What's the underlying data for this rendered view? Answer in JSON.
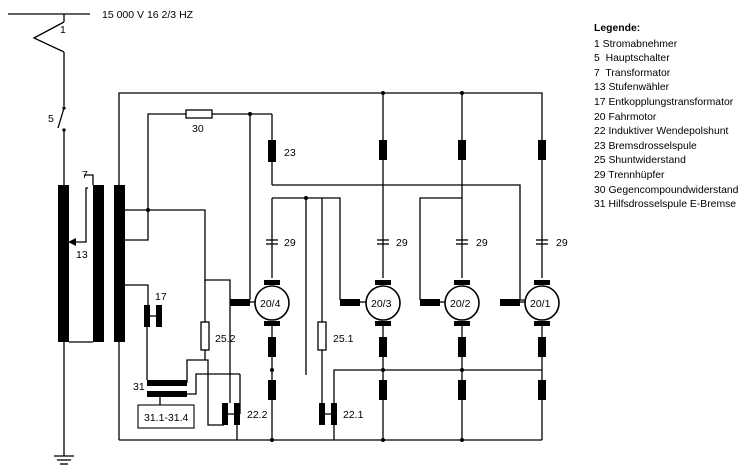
{
  "supply": "15 000 V 16 2/3 HZ",
  "legend": {
    "title": "Legende:",
    "items": [
      {
        "num": "1",
        "text": " Stromabnehmer"
      },
      {
        "num": "5",
        "text": "Hauptschalter"
      },
      {
        "num": "7",
        "text": "Transformator"
      },
      {
        "num": "13",
        "text": "Stufenwähler"
      },
      {
        "num": "17",
        "text": "Entkopplungstransformator"
      },
      {
        "num": "20",
        "text": "Fahrmotor"
      },
      {
        "num": "22",
        "text": "Induktiver Wendepolshunt"
      },
      {
        "num": "23",
        "text": "Bremsdrosselspule"
      },
      {
        "num": "25",
        "text": "Shuntwiderstand"
      },
      {
        "num": "29",
        "text": "Trennhüpfer"
      },
      {
        "num": "30",
        "text": "Gegencompoundwiderstand"
      },
      {
        "num": "31",
        "text": "Hilfsdrosselspule E-Bremse"
      }
    ]
  },
  "labels": {
    "pantograph": "1",
    "main_switch": "5",
    "transformer": "7",
    "tap_changer": "13",
    "decoupling_transformer": "17",
    "brake_choke": "23",
    "compound_resistor": "30",
    "shunt_resistor_2": "25.2",
    "shunt_resistor_1": "25.1",
    "aux_choke": "31",
    "aux_choke_box": "31.1-31.4",
    "interpole_shunt_2": "22.2",
    "interpole_shunt_1": "22.1",
    "contactor_4": "29",
    "contactor_3": "29",
    "contactor_2": "29",
    "contactor_1": "29"
  },
  "motors": [
    "20/4",
    "20/3",
    "20/2",
    "20/1"
  ]
}
